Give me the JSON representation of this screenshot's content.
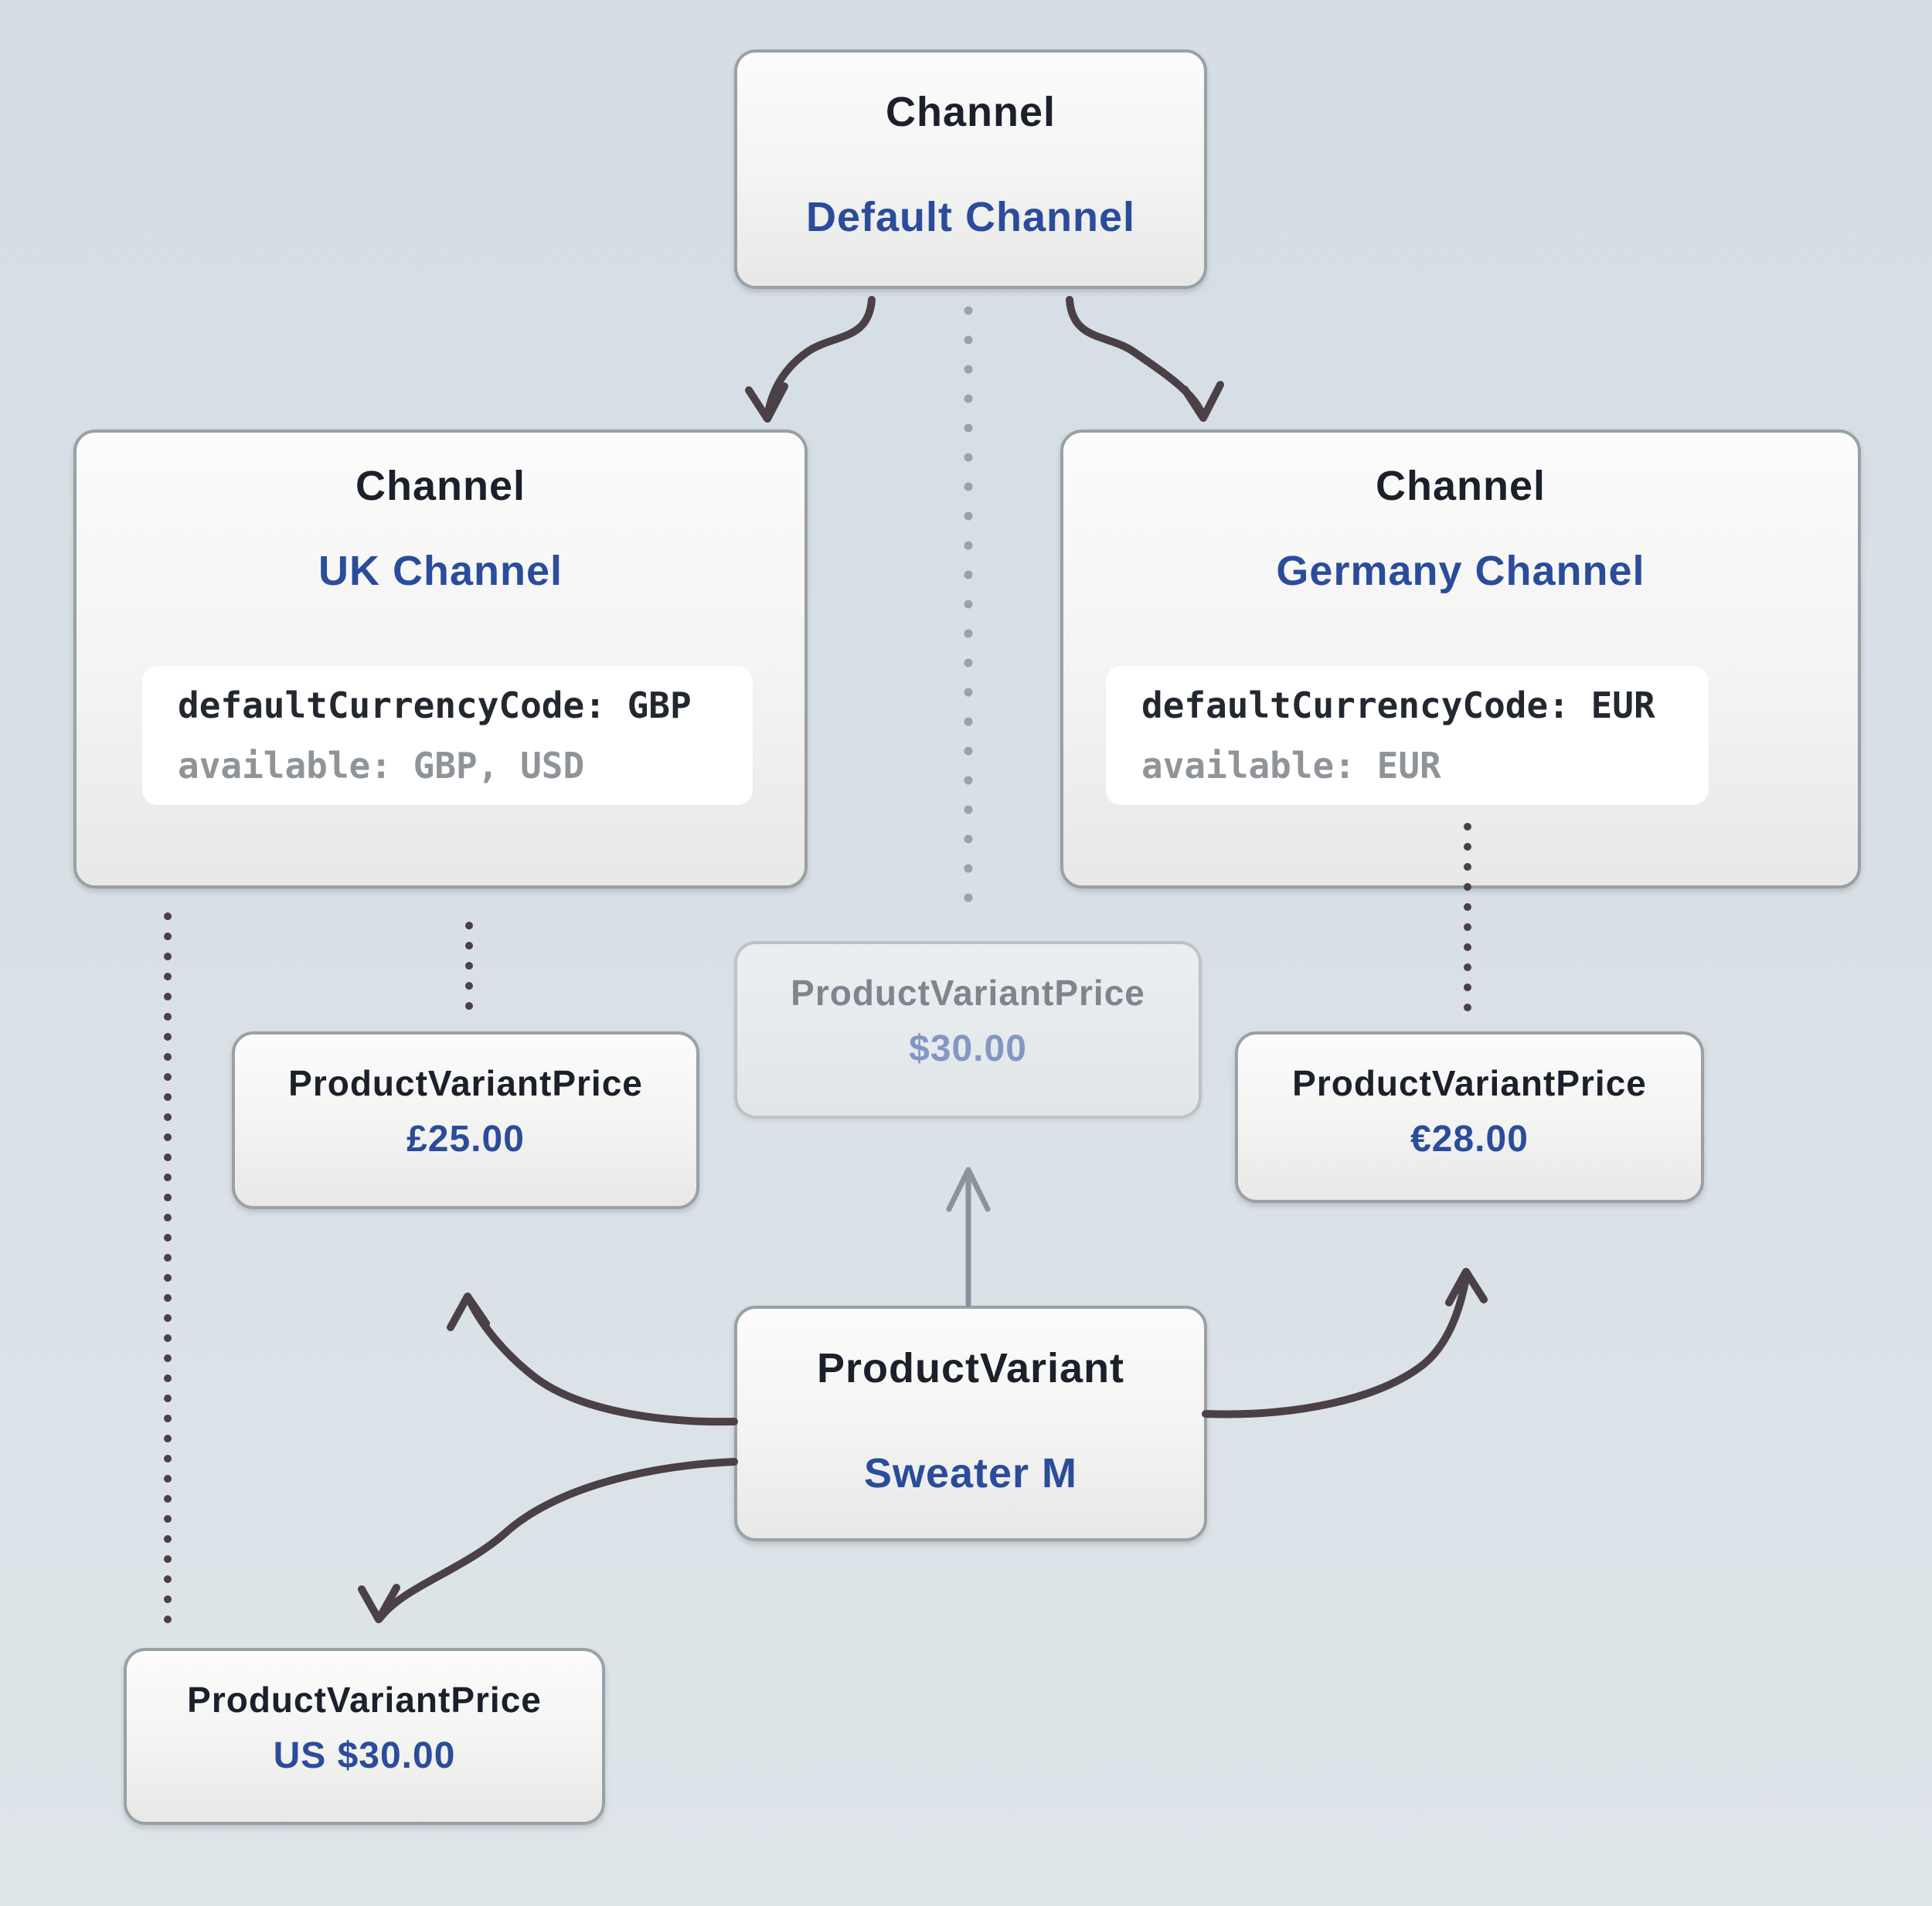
{
  "colors": {
    "accent_blue": "#2b4c9b",
    "title_dark": "#1b202b",
    "code_dark": "#23272f",
    "code_gray": "#8f9499",
    "faded_title": "#7e858f",
    "faded_value": "#8396c4",
    "arrow_dark": "#4b4046",
    "arrow_gray": "#8b949c",
    "dot_gray": "#9aa2aa"
  },
  "diagram": {
    "default_channel": {
      "entity": "Channel",
      "name": "Default Channel"
    },
    "uk_channel": {
      "entity": "Channel",
      "name": "UK Channel",
      "code": {
        "line1": "defaultCurrencyCode: GBP",
        "line2": "available: GBP, USD"
      }
    },
    "germany_channel": {
      "entity": "Channel",
      "name": "Germany Channel",
      "code": {
        "line1": "defaultCurrencyCode: EUR",
        "line2": "available: EUR"
      }
    },
    "default_price": {
      "entity": "ProductVariantPrice",
      "value": "$30.00"
    },
    "uk_price": {
      "entity": "ProductVariantPrice",
      "value": "£25.00"
    },
    "germany_price": {
      "entity": "ProductVariantPrice",
      "value": "€28.00"
    },
    "us_price": {
      "entity": "ProductVariantPrice",
      "value": "US $30.00"
    },
    "product_variant": {
      "entity": "ProductVariant",
      "name": "Sweater M"
    }
  }
}
